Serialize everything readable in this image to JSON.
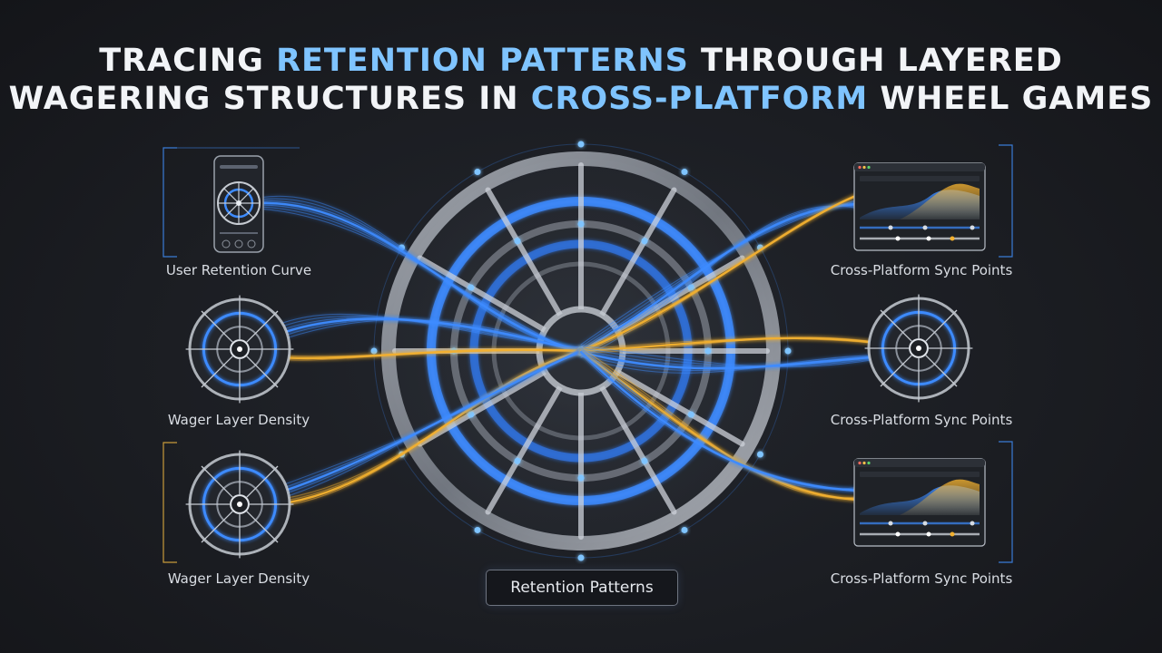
{
  "title": {
    "line1_a": "TRACING ",
    "line1_hl": "RETENTION PATTERNS",
    "line1_b": " THROUGH LAYERED",
    "line2_a": "WAGERING STRUCTURES IN ",
    "line2_hl": "CROSS-PLATFORM",
    "line2_b": " WHEEL GAMES"
  },
  "labels": {
    "left_top": "User Retention Curve",
    "left_middle": "Wager Layer Density",
    "left_bottom": "Wager Layer Density",
    "right_top": "Cross-Platform Sync Points",
    "right_middle": "Cross-Platform Sync Points",
    "right_bottom": "Cross-Platform Sync Points"
  },
  "center_label": "Retention Patterns",
  "colors": {
    "blue": "#3d8bff",
    "gold": "#f2b030",
    "background": "#1b1d22",
    "frame_blue": "#3a7bd5",
    "frame_gold": "#c89a3a"
  },
  "icons": {
    "phone": "phone-icon",
    "mini_wheel": "mini-wheel-icon",
    "dashboard": "dashboard-window-icon"
  }
}
